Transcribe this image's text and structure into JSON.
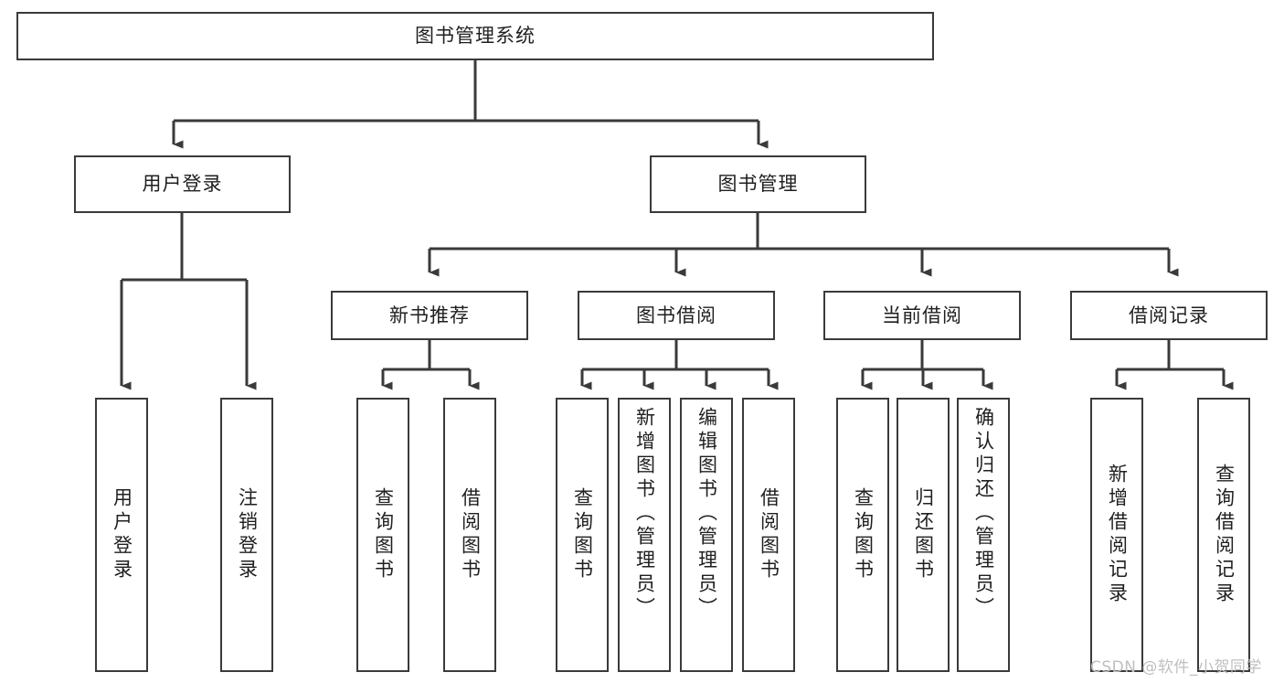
{
  "diagram": {
    "type": "tree-hierarchy-chart",
    "title": "图书管理系统",
    "watermark": "CSDN @软件_小贺同学",
    "colors": {
      "box_border": "#3a3a3a",
      "connector": "#3a3a3a",
      "text": "#1f1f1f",
      "background": "#ffffff",
      "watermark": "#bfbfbf"
    },
    "levels": {
      "root": "图书管理系统",
      "level2": [
        "用户登录",
        "图书管理"
      ],
      "level3": [
        "新书推荐",
        "图书借阅",
        "当前借阅",
        "借阅记录"
      ]
    },
    "nodes": {
      "root": {
        "label": "图书管理系统"
      },
      "user_login": {
        "label": "用户登录"
      },
      "book_mgmt": {
        "label": "图书管理"
      },
      "new_book_rec": {
        "label": "新书推荐"
      },
      "book_borrow": {
        "label": "图书借阅"
      },
      "current_borrow": {
        "label": "当前借阅"
      },
      "borrow_record": {
        "label": "借阅记录"
      },
      "leaf_user_login": {
        "label": "用户登录"
      },
      "leaf_user_logout": {
        "label": "注销登录"
      },
      "leaf_query_book_1": {
        "label": "查询图书"
      },
      "leaf_borrow_book_1": {
        "label": "借阅图书"
      },
      "leaf_query_book_2": {
        "label": "查询图书"
      },
      "leaf_add_book": {
        "label": "新增图书（管理员）"
      },
      "leaf_edit_book": {
        "label": "编辑图书（管理员）"
      },
      "leaf_borrow_book_2": {
        "label": "借阅图书"
      },
      "leaf_query_book_3": {
        "label": "查询图书"
      },
      "leaf_return_book": {
        "label": "归还图书"
      },
      "leaf_confirm_return": {
        "label": "确认归还（管理员）"
      },
      "leaf_add_record": {
        "label": "新增借阅记录"
      },
      "leaf_query_record": {
        "label": "查询借阅记录"
      }
    }
  }
}
